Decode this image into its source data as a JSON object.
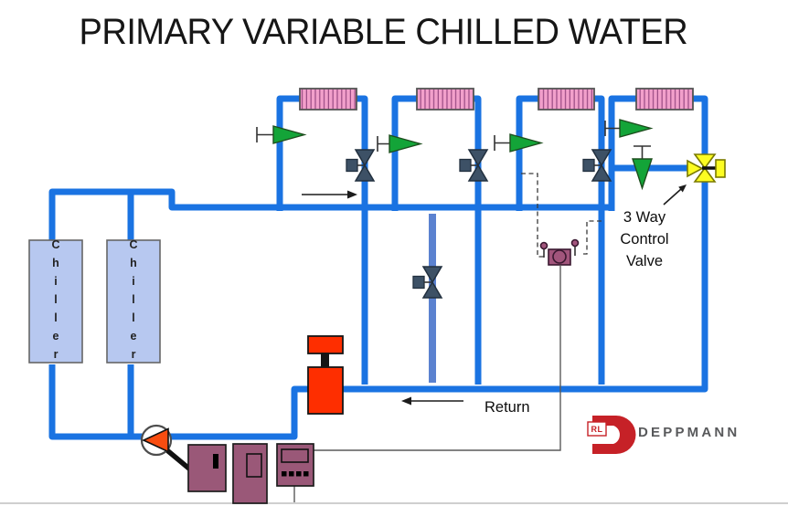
{
  "title": "PRIMARY VARIABLE CHILLED WATER",
  "equipment": {
    "chiller_left_label": "Chiller",
    "chiller_right_label": "Chiller"
  },
  "annotations": {
    "return_label": "Return",
    "three_way_label": "3 Way\nControl\nValve"
  },
  "logo": {
    "initials": "RL",
    "name": "DEPPMANN"
  },
  "colors": {
    "pipe": "#1a73e2",
    "bypass": "#5b82d0",
    "coil_fill": "#f2a0cb",
    "coil_stripe": "#9c4d85",
    "coil_border": "#555555",
    "chiller_fill": "#b7c8f0",
    "chiller_border": "#666666",
    "valve_green": "#13a438",
    "valve_dark": "#3d5166",
    "valve_yellow": "#fdfd22",
    "tank_orange": "#fe2e00",
    "pump_orange": "#f94d10",
    "box_purple": "#9a5878",
    "sensor_purple": "#a2557c",
    "logo_red": "#c62127",
    "logo_text": "#58595b"
  }
}
